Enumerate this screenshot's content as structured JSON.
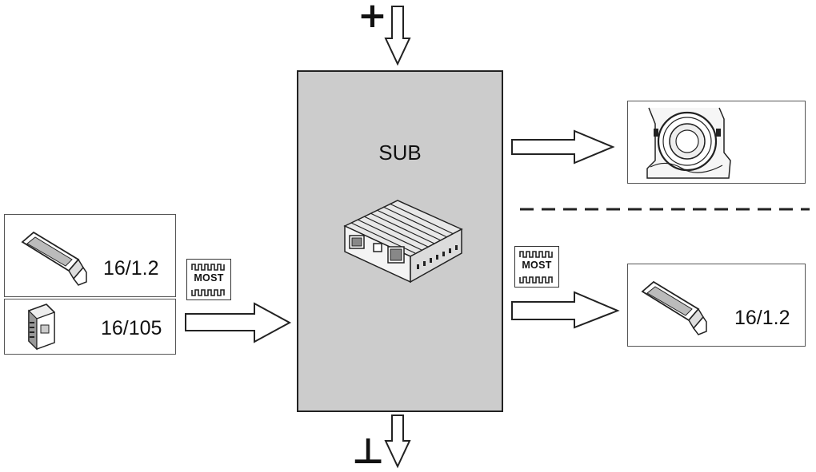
{
  "center": {
    "title": "SUB",
    "fill": "#cccccc"
  },
  "power": {
    "plus_symbol": "+",
    "ground_symbol": "⊥"
  },
  "bus": {
    "label": "MOST"
  },
  "inputs": [
    {
      "label": "16/1.2",
      "icon": "head-unit-icon"
    },
    {
      "label": "16/105",
      "icon": "control-module-icon"
    }
  ],
  "outputs": [
    {
      "label": "",
      "icon": "subwoofer-speaker-icon"
    },
    {
      "label": "16/1.2",
      "icon": "head-unit-icon"
    }
  ]
}
